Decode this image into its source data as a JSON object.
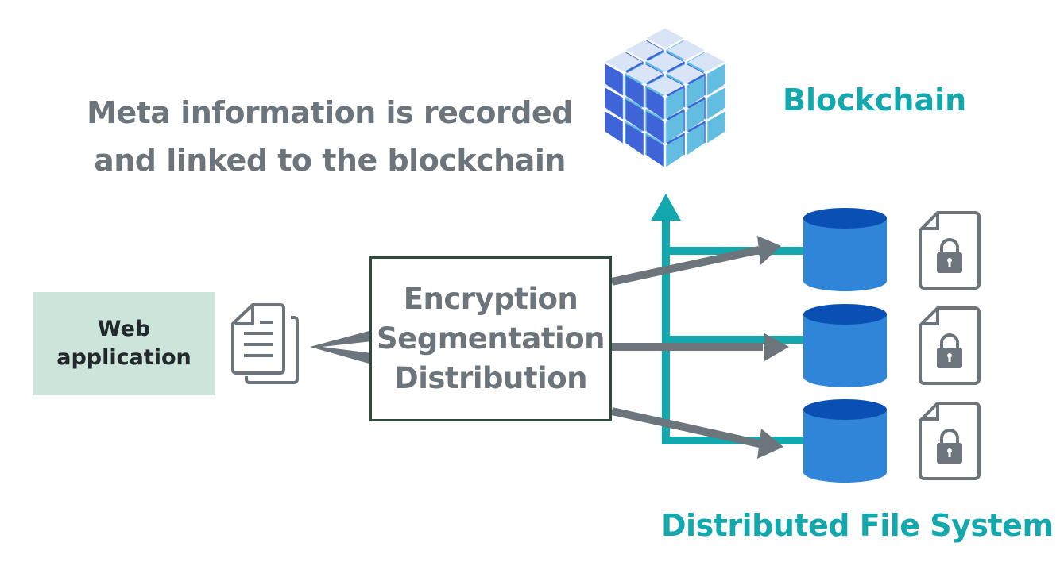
{
  "diagram": {
    "meta_note": {
      "line1": "Meta information is recorded",
      "line2": "and linked to the blockchain"
    },
    "blockchain": {
      "label": "Blockchain",
      "icon": "cube-blocks-icon"
    },
    "web_app": {
      "line1": "Web",
      "line2": "application"
    },
    "process": {
      "steps": [
        "Encryption",
        "Segmentation",
        "Distribution"
      ]
    },
    "storage": {
      "label": "Distributed File System",
      "nodes": [
        {
          "icon": "database-icon",
          "file_icon": "locked-file-icon"
        },
        {
          "icon": "database-icon",
          "file_icon": "locked-file-icon"
        },
        {
          "icon": "database-icon",
          "file_icon": "locked-file-icon"
        }
      ]
    },
    "colors": {
      "teal": "#13a8ad",
      "gray": "#6b757b",
      "db_blue": "#2f86d9",
      "db_top": "#0a4fb3",
      "web_bg": "#cce4da",
      "cube_dark": "#3f64d8",
      "cube_light": "#62bde0",
      "cube_top": "#d9e4f7"
    }
  }
}
